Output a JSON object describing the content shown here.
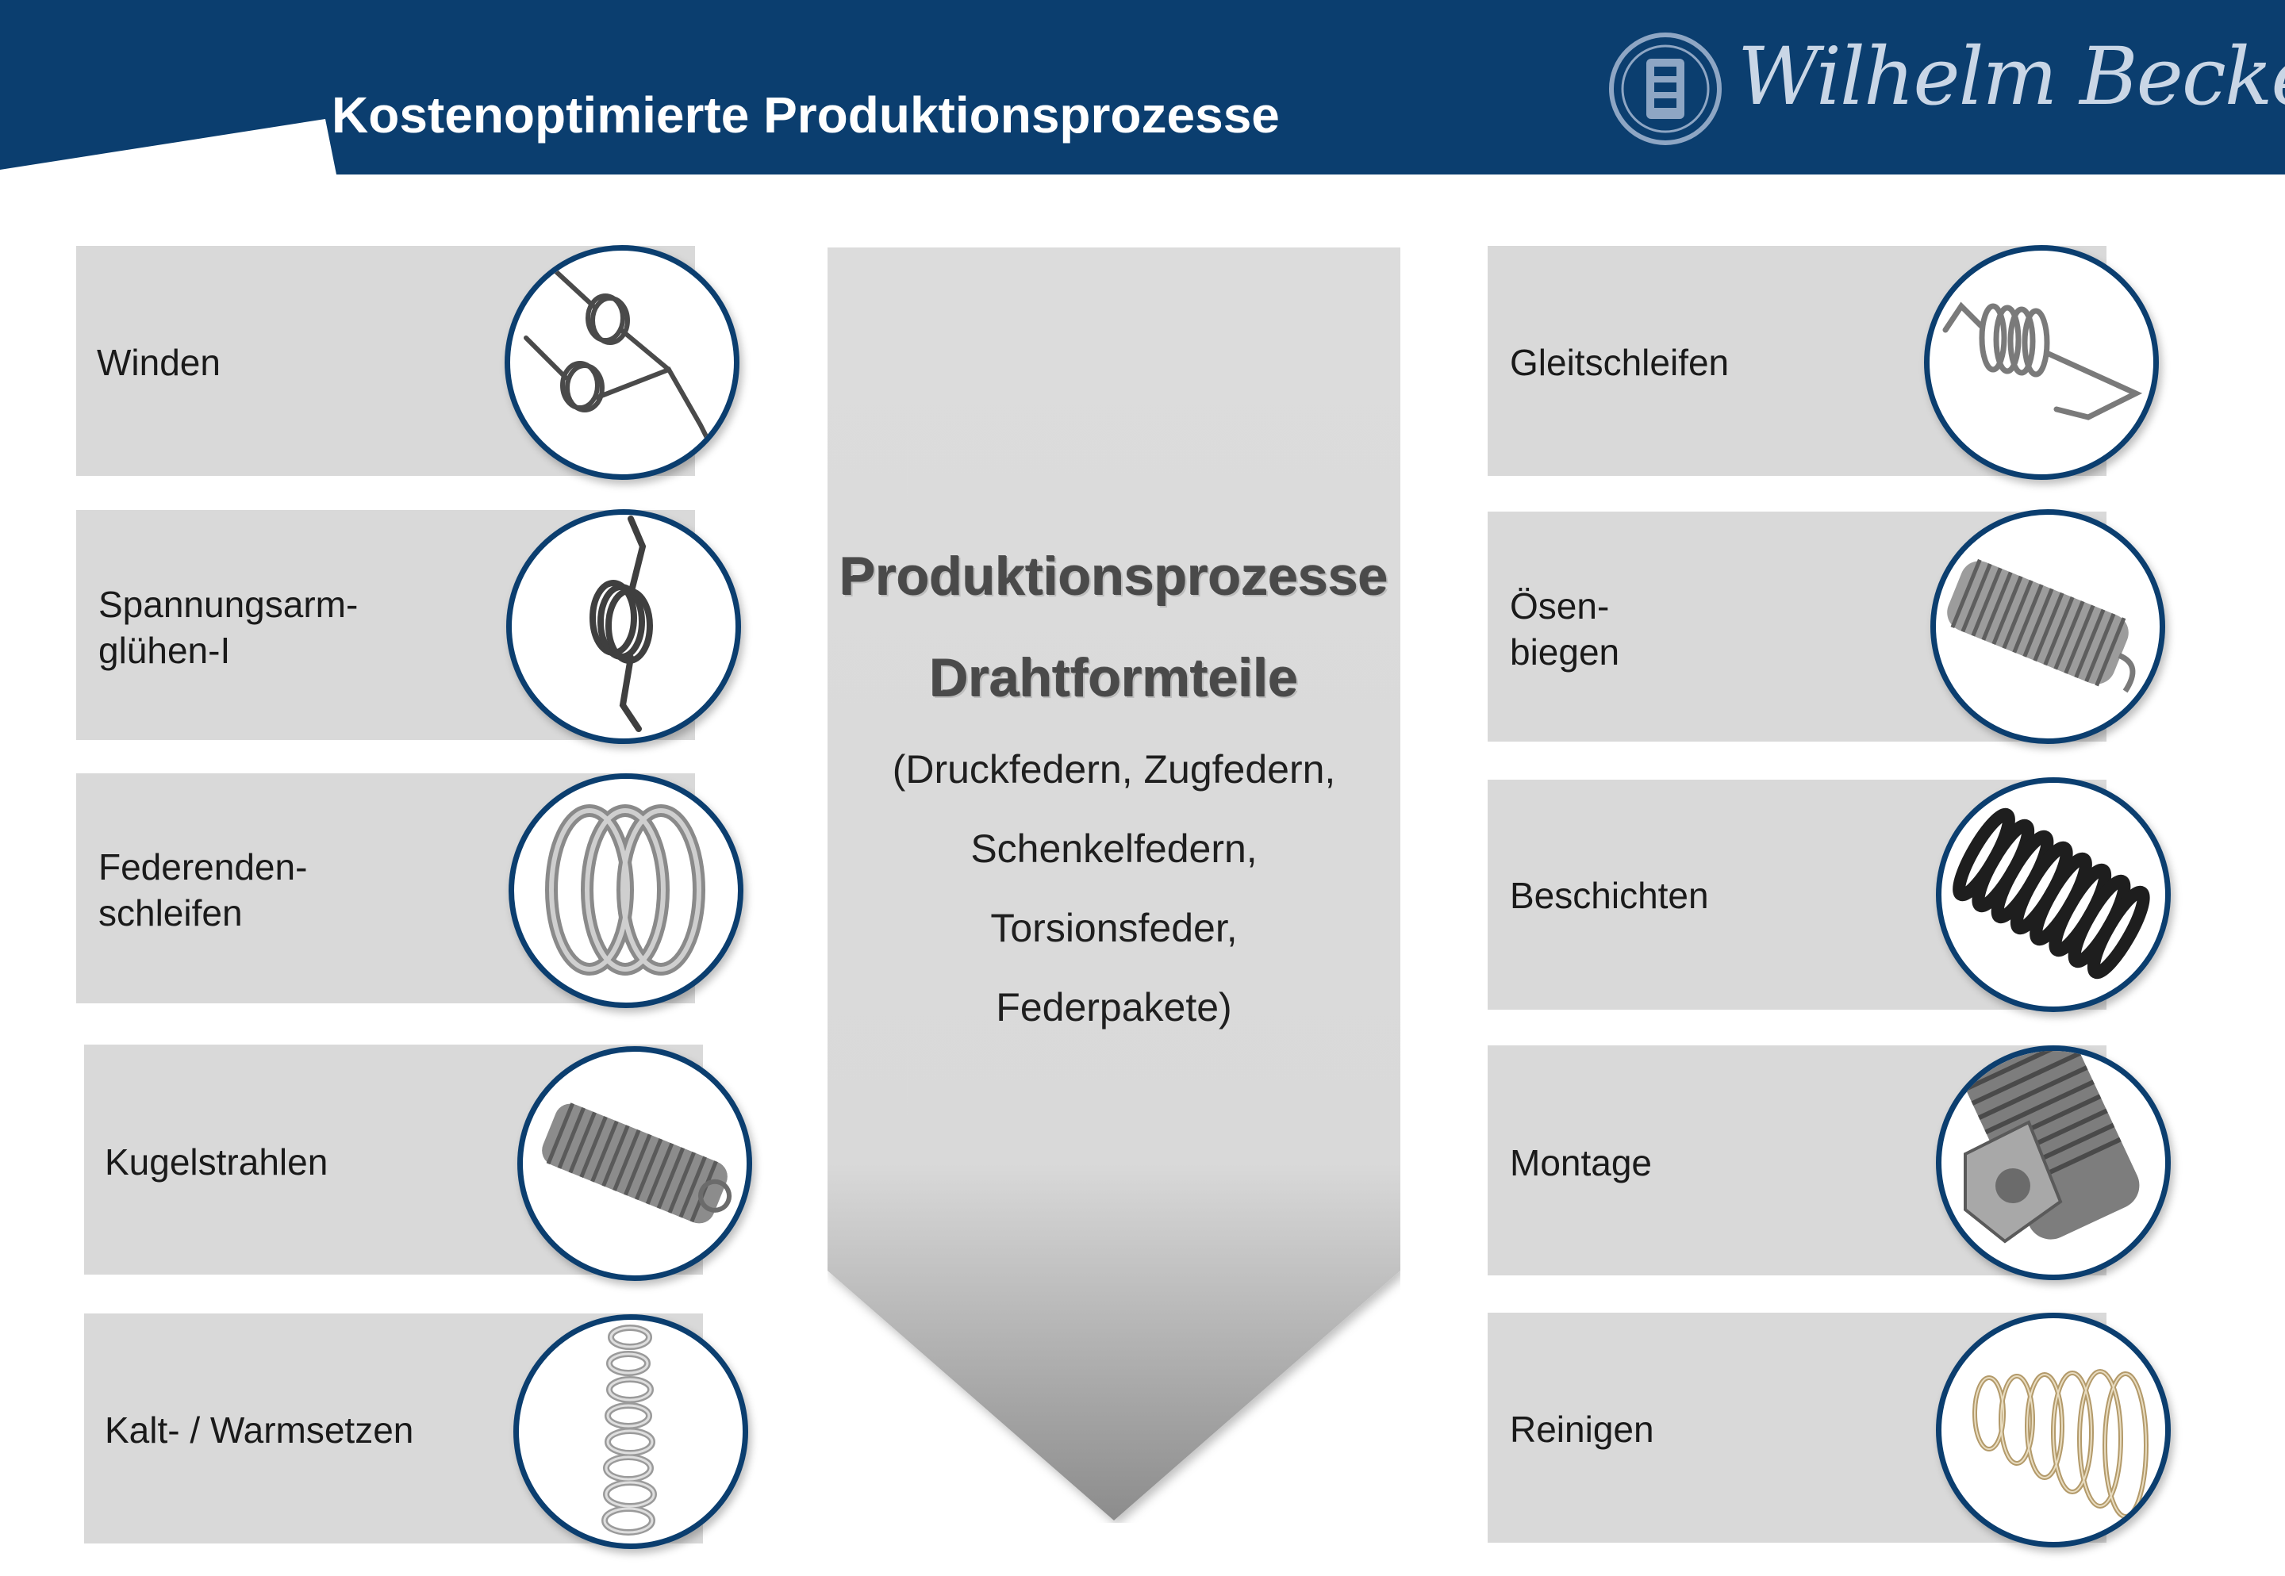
{
  "header": {
    "title": "Kostenoptimierte Produktionsprozesse",
    "logo_text": "Wilhelm Becker",
    "brand_color": "#0b3e6f"
  },
  "center": {
    "heading_line1": "Produktionsprozesse",
    "heading_line2": "Drahtformteile",
    "sub_lines": [
      "(Druckfedern, Zugfedern,",
      "Schenkelfedern,",
      "Torsionsfeder,",
      "Federpakete)"
    ]
  },
  "left_items": [
    {
      "label": "Winden",
      "icon": "torsion-spring-double-icon"
    },
    {
      "label": "Spannungsarm-\nglühen-I",
      "icon": "torsion-spring-icon"
    },
    {
      "label": "Federenden-\nschleifen",
      "icon": "ground-spring-ends-icon"
    },
    {
      "label": "Kugelstrahlen",
      "icon": "shot-peened-spring-icon"
    },
    {
      "label": "Kalt- / Warmsetzen",
      "icon": "compression-spring-icon"
    }
  ],
  "right_items": [
    {
      "label": "Gleitschleifen",
      "icon": "extension-spring-hook-icon"
    },
    {
      "label": "Ösen-\nbiegen",
      "icon": "extension-spring-eyelet-icon"
    },
    {
      "label": "Beschichten",
      "icon": "coated-spring-icon"
    },
    {
      "label": "Montage",
      "icon": "spring-assembly-icon"
    },
    {
      "label": "Reinigen",
      "icon": "conical-spring-icon"
    }
  ]
}
